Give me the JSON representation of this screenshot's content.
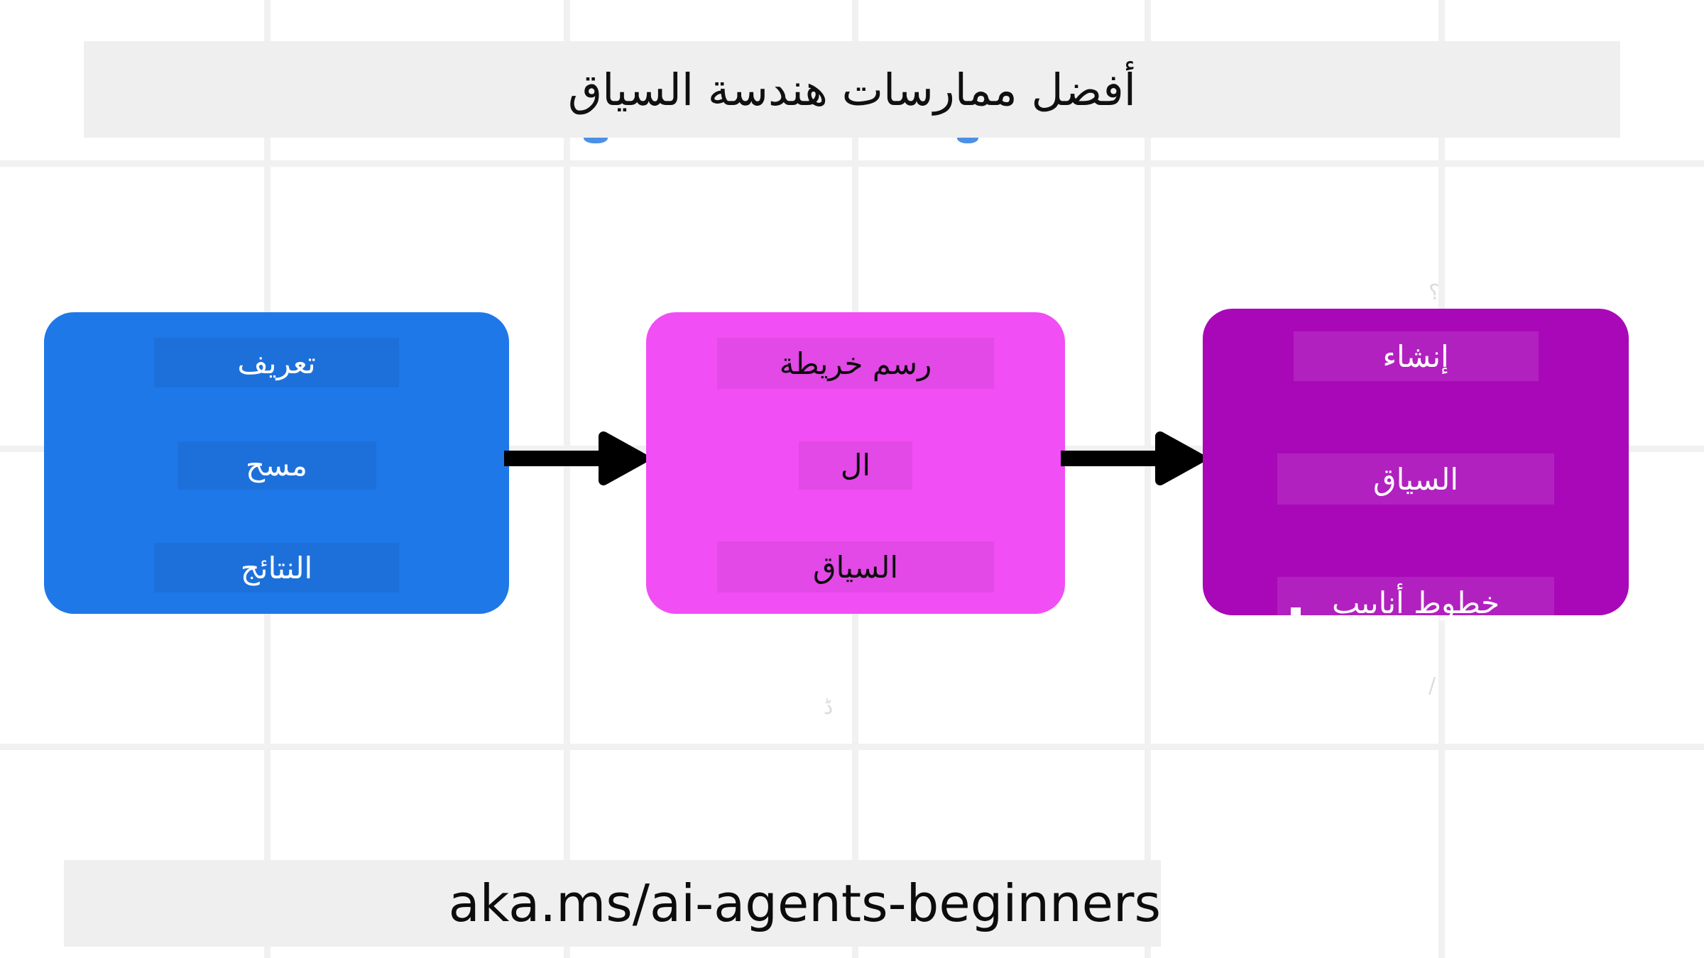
{
  "page": {
    "title": "أفضل ممارسات هندسة السياق",
    "footer_url": "aka.ms/ai-agents-beginners",
    "direction": "rtl",
    "background_color": "#ffffff",
    "grid_color": "#f1f1f1",
    "banner_color": "#efefef"
  },
  "diagram": {
    "type": "flow",
    "arrow_color": "#000000",
    "stages": [
      {
        "id": "define",
        "color": "#1f78e8",
        "text_color": "#ffffff",
        "lines": [
          "تعريف",
          "مسح",
          "النتائج"
        ]
      },
      {
        "id": "map",
        "color": "#f14ef5",
        "text_color": "#0c0c0c",
        "lines": [
          "رسم خريطة",
          "ال",
          "السياق"
        ]
      },
      {
        "id": "create",
        "color": "#a908b8",
        "text_color": "#ffffff",
        "lines": [
          "إنشاء",
          "السياق",
          "خطوط أنابيب"
        ]
      }
    ],
    "connectors": [
      {
        "id": "arrow-define-to-map",
        "from": "define",
        "to": "map"
      },
      {
        "id": "arrow-map-to-create",
        "from": "map",
        "to": "create"
      }
    ]
  }
}
